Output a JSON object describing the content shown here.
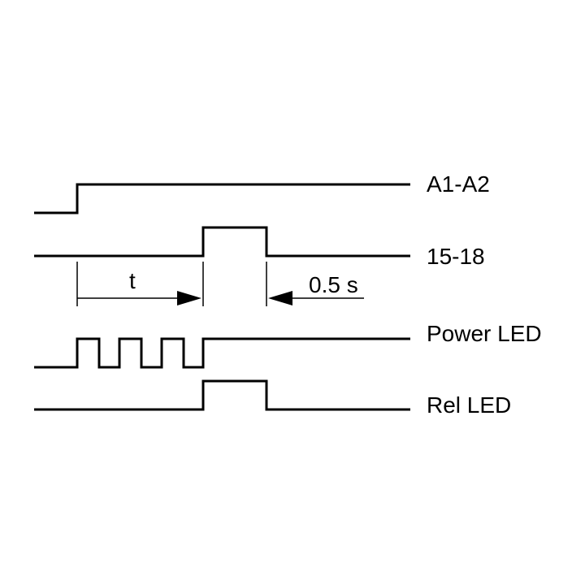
{
  "signals": [
    {
      "id": "a1a2",
      "label": "A1-A2"
    },
    {
      "id": "c1518",
      "label": "15-18"
    },
    {
      "id": "power",
      "label": "Power LED"
    },
    {
      "id": "rel",
      "label": "Rel LED"
    }
  ],
  "annotations": {
    "t_label": "t",
    "delay_label": "0.5 s"
  }
}
